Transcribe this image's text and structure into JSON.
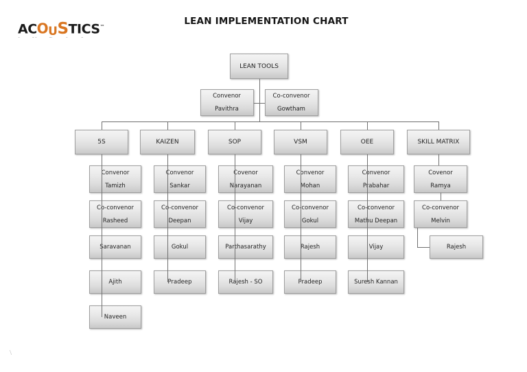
{
  "brand": {
    "name_part1": "AC",
    "name_o": "O",
    "name_u": "U",
    "name_s": "S",
    "name_part2": "TICS",
    "trademark": "™",
    "subtitle": "I N D I A",
    "accent_color": "#d97622",
    "text_color": "#1a1a1a",
    "subtitle_color": "#8b8b8b"
  },
  "title": "LEAN IMPLEMENTATION CHART",
  "footer_mark": "\\",
  "chart_data": {
    "type": "diagram",
    "title": "LEAN IMPLEMENTATION CHART",
    "root": "LEAN TOOLS",
    "root_officers": [
      {
        "role": "Convenor",
        "name": "Pavithra"
      },
      {
        "role": "Co-convenor",
        "name": "Gowtham"
      }
    ],
    "columns": [
      {
        "header": "5S",
        "nodes": [
          {
            "role": "Convenor",
            "name": "Tamizh"
          },
          {
            "role": "Co-convenor",
            "name": "Rasheed"
          },
          {
            "role": "",
            "name": "Saravanan"
          },
          {
            "role": "",
            "name": "Ajith"
          },
          {
            "role": "",
            "name": "Naveen"
          }
        ]
      },
      {
        "header": "KAIZEN",
        "nodes": [
          {
            "role": "Convenor",
            "name": "Sankar"
          },
          {
            "role": "Co-convenor",
            "name": "Deepan"
          },
          {
            "role": "",
            "name": "Gokul"
          },
          {
            "role": "",
            "name": "Pradeep"
          }
        ]
      },
      {
        "header": "SOP",
        "nodes": [
          {
            "role": "Covenor",
            "name": "Narayanan"
          },
          {
            "role": "Co-convenor",
            "name": "Vijay"
          },
          {
            "role": "",
            "name": "Parthasarathy"
          },
          {
            "role": "",
            "name": "Rajesh - SO"
          }
        ]
      },
      {
        "header": "VSM",
        "nodes": [
          {
            "role": "Convenor",
            "name": "Mohan"
          },
          {
            "role": "Co-convenor",
            "name": "Gokul"
          },
          {
            "role": "",
            "name": "Rajesh"
          },
          {
            "role": "",
            "name": "Pradeep"
          }
        ]
      },
      {
        "header": "OEE",
        "nodes": [
          {
            "role": "Convenor",
            "name": "Prabahar"
          },
          {
            "role": "Co-convenor",
            "name": "Mathu Deepan"
          },
          {
            "role": "",
            "name": "Vijay"
          },
          {
            "role": "",
            "name": "Suresh Kannan"
          }
        ]
      },
      {
        "header": "SKILL MATRIX",
        "nodes": [
          {
            "role": "Covenor",
            "name": "Ramya"
          },
          {
            "role": "Co-convenor",
            "name": "Melvin"
          },
          {
            "role": "",
            "name": "Rajesh"
          }
        ]
      }
    ]
  }
}
